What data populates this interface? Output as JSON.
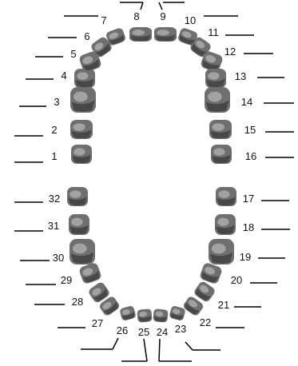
{
  "teeth": [
    {
      "number": "1"
    },
    {
      "number": "2"
    },
    {
      "number": "3"
    },
    {
      "number": "4"
    },
    {
      "number": "5"
    },
    {
      "number": "6"
    },
    {
      "number": "7"
    },
    {
      "number": "8"
    },
    {
      "number": "9"
    },
    {
      "number": "10"
    },
    {
      "number": "11"
    },
    {
      "number": "12"
    },
    {
      "number": "13"
    },
    {
      "number": "14"
    },
    {
      "number": "15"
    },
    {
      "number": "16"
    },
    {
      "number": "17"
    },
    {
      "number": "18"
    },
    {
      "number": "19"
    },
    {
      "number": "20"
    },
    {
      "number": "21"
    },
    {
      "number": "22"
    },
    {
      "number": "23"
    },
    {
      "number": "24"
    },
    {
      "number": "25"
    },
    {
      "number": "26"
    },
    {
      "number": "27"
    },
    {
      "number": "28"
    },
    {
      "number": "29"
    },
    {
      "number": "30"
    },
    {
      "number": "31"
    },
    {
      "number": "32"
    }
  ],
  "colors": {
    "tooth_dark": "#3a3a3a",
    "tooth_mid": "#6f6f6f",
    "tooth_light": "#a7a7a7",
    "lead_line": "#000000",
    "label": "#111111"
  }
}
